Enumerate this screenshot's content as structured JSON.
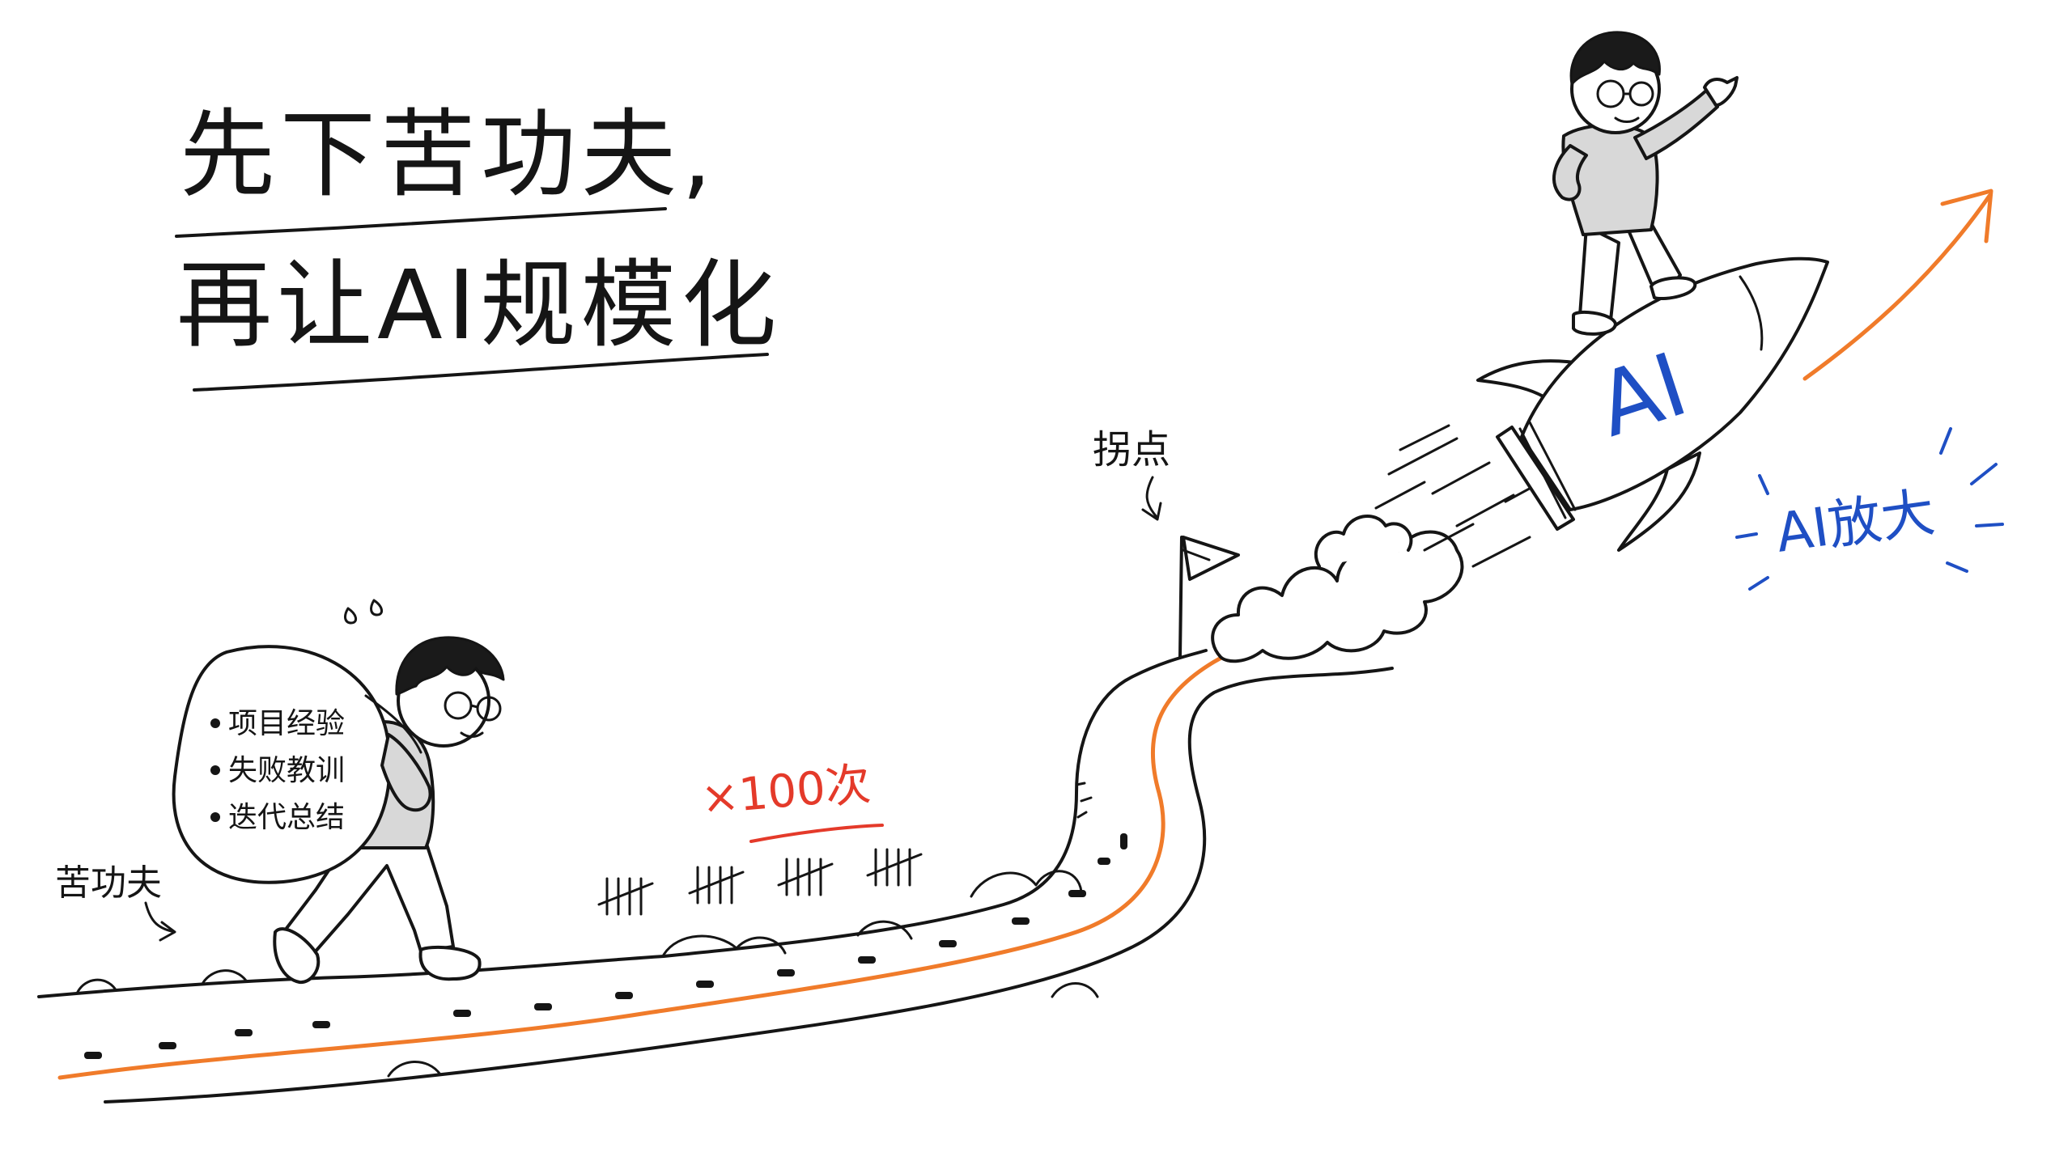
{
  "title": {
    "line1": "先下苦功夫,",
    "line2": "再让AI规模化"
  },
  "labels": {
    "hard_work": "苦功夫",
    "turning_point": "拐点",
    "times": "×100次",
    "ai_amplify": "AI放大",
    "rocket": "AI"
  },
  "sack_items": [
    "项目经验",
    "失败教训",
    "迭代总结"
  ],
  "colors": {
    "ink": "#151515",
    "accent_orange": "#f07b2a",
    "accent_blue": "#1f4fc4",
    "accent_red": "#e43a2a"
  }
}
